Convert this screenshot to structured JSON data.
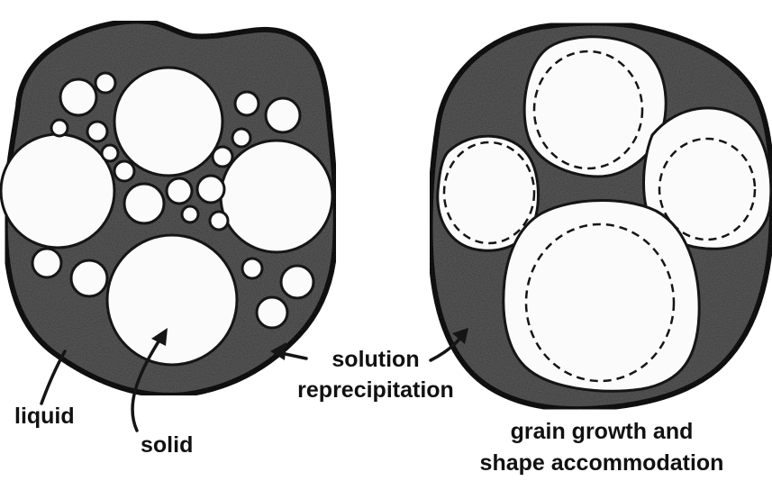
{
  "labels": {
    "liquid": "liquid",
    "solid": "solid",
    "solution_line1": "solution",
    "solution_line2": "reprecipitation",
    "grain_line1": "grain growth and",
    "grain_line2": "shape accommodation"
  },
  "colors": {
    "outline": "#151515",
    "liquid_fill": "#5a5a5a",
    "grain_fill": "#fbfbfb",
    "text": "#111111"
  }
}
